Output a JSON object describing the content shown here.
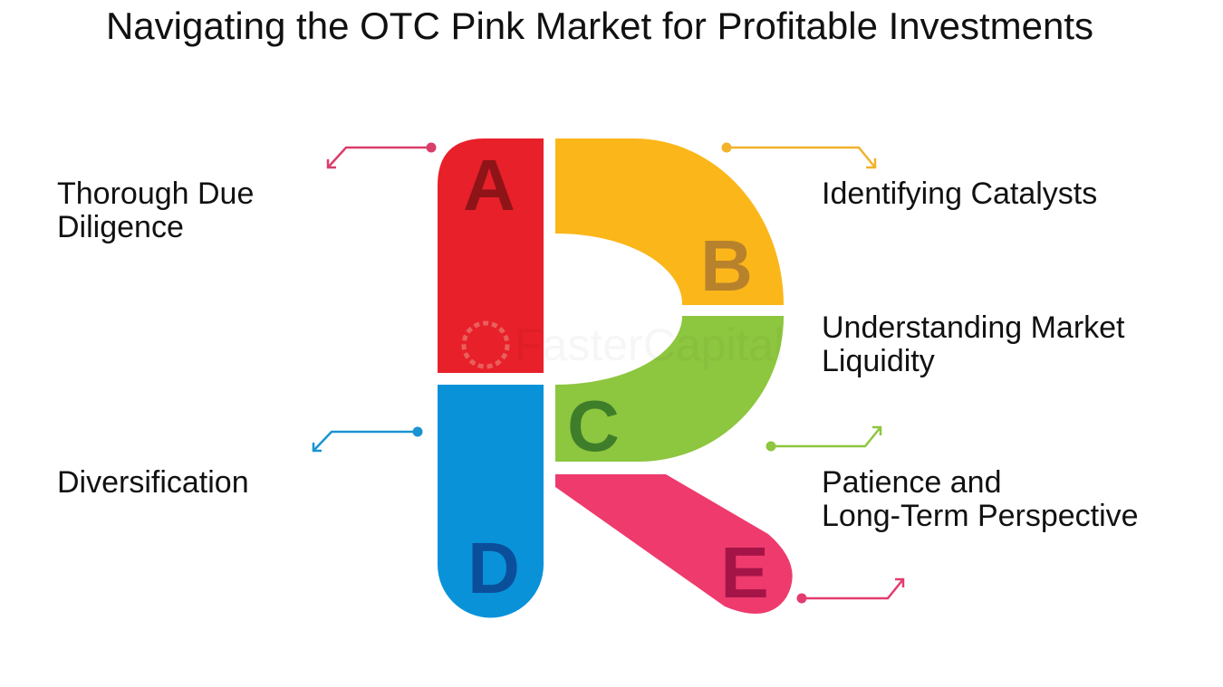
{
  "title": "Navigating the OTC Pink Market for Profitable Investments",
  "segments": [
    {
      "letter": "A",
      "label_lines": [
        "Thorough Due",
        "Diligence"
      ],
      "color": "#E8202A",
      "letter_color": "#8E1418"
    },
    {
      "letter": "B",
      "label_lines": [
        "Identifying Catalysts"
      ],
      "color": "#FBB61A",
      "letter_color": "#B8822C"
    },
    {
      "letter": "C",
      "label_lines": [
        "Understanding Market",
        "Liquidity"
      ],
      "color": "#8DC63F",
      "letter_color": "#3E7E2A"
    },
    {
      "letter": "D",
      "label_lines": [
        "Diversification"
      ],
      "color": "#0A92D9",
      "letter_color": "#0B4F9A"
    },
    {
      "letter": "E",
      "label_lines": [
        "Patience and",
        "Long-Term Perspective"
      ],
      "color": "#EE3A6D",
      "letter_color": "#A51447"
    }
  ],
  "watermark": "FasterCapital"
}
